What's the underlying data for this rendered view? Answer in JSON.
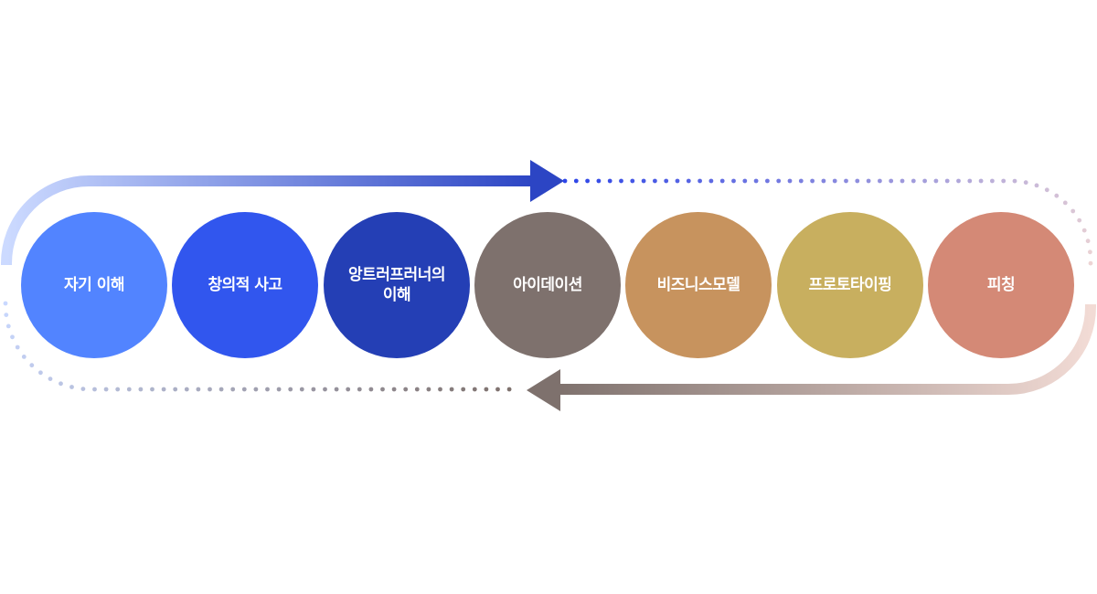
{
  "diagram": {
    "type": "process-cycle",
    "steps": [
      {
        "label": "자기 이해",
        "color": "#5284FF"
      },
      {
        "label": "창의적 사고",
        "color": "#3156EE"
      },
      {
        "label": "앙트러프러너의\n이해",
        "color": "#243FB5"
      },
      {
        "label": "아이데이션",
        "color": "#7E716D"
      },
      {
        "label": "비즈니스모델",
        "color": "#C7935E"
      },
      {
        "label": "프로토타이핑",
        "color": "#C8AF5F"
      },
      {
        "label": "피칭",
        "color": "#D48976"
      }
    ],
    "flow": {
      "top_direction": "left-to-right",
      "bottom_direction": "right-to-left",
      "top_solid_gradient": [
        "#CCDAFF",
        "#2C45C4"
      ],
      "top_dotted_gradient": [
        "#2C45E8",
        "#EDD4D4"
      ],
      "bottom_solid_gradient": [
        "#7E716D",
        "#F2DBD5"
      ],
      "bottom_dotted_gradient": [
        "#C9D8FF",
        "#7E716D"
      ]
    }
  }
}
